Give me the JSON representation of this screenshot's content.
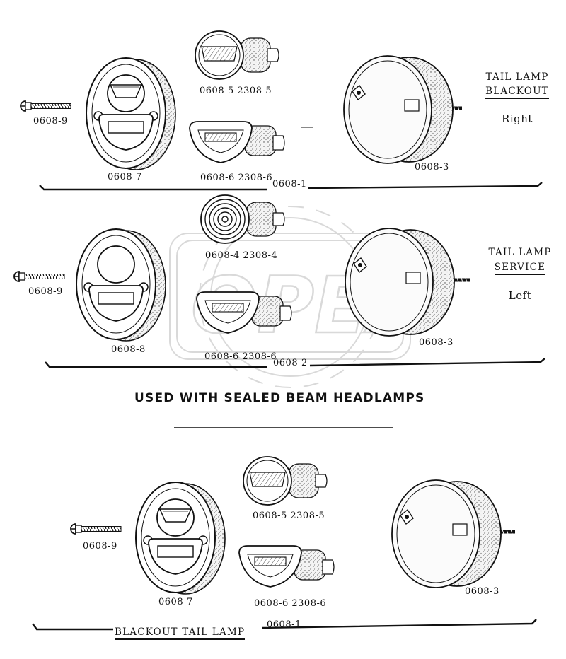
{
  "sections": [
    {
      "side_title_lines": [
        "TAIL LAMP",
        "BLACKOUT"
      ],
      "side": "Right",
      "parts": {
        "bolt": "0608-9",
        "bezel": "0608-7",
        "upper_lens": "0608-5  2308-5",
        "lower_lens": "0608-6  2308-6",
        "assembly": "0608-1",
        "housing": "0608-3"
      }
    },
    {
      "side_title_lines": [
        "TAIL LAMP",
        "SERVICE"
      ],
      "side": "Left",
      "parts": {
        "bolt": "0608-9",
        "bezel": "0608-8",
        "upper_lens": "0608-4  2308-4",
        "lower_lens": "0608-6  2308-6",
        "assembly": "0608-2",
        "housing": "0608-3"
      }
    },
    {
      "parts": {
        "bolt": "0608-9",
        "bezel": "0608-7",
        "upper_lens": "0608-5  2308-5",
        "lower_lens": "0608-6  2308-6",
        "assembly": "0608-1",
        "housing": "0608-3"
      },
      "caption": "BLACKOUT TAIL LAMP"
    }
  ],
  "heading": "USED WITH SEALED BEAM HEADLAMPS",
  "watermark": "OPEX"
}
